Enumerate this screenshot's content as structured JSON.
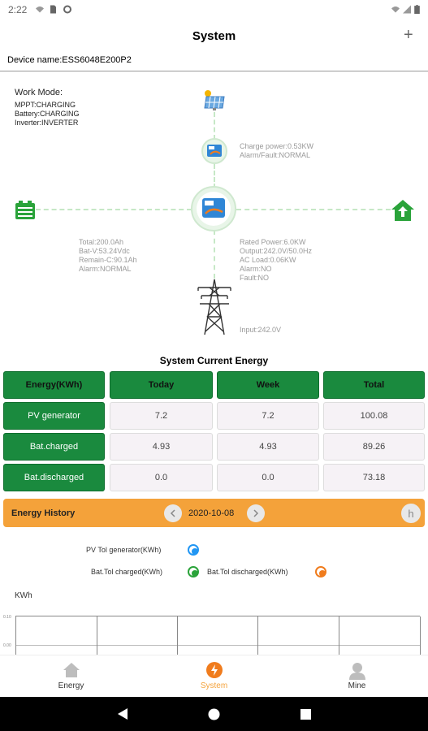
{
  "status_bar": {
    "time": "2:22"
  },
  "header": {
    "title": "System",
    "add_label": "+"
  },
  "device": {
    "label": "Device name:ESS6048E200P2"
  },
  "work_mode": {
    "title": "Work Mode:",
    "lines": [
      "MPPT:CHARGING",
      "Battery:CHARGING",
      "Inverter:INVERTER"
    ]
  },
  "pv_info": [
    "Charge power:0.53KW",
    "Alarm/Fault:NORMAL"
  ],
  "battery_info": [
    "Total:200.0Ah",
    "Bat-V:53.24Vdc",
    "Remain-C:90.1Ah",
    "Alarm:NORMAL"
  ],
  "output_info": [
    "Rated Power:6.0KW",
    "Output:242.0V/50.0Hz",
    "AC Load:0.06KW",
    "Alarm:NO",
    "Fault:NO"
  ],
  "grid_info": {
    "input": "Input:242.0V"
  },
  "energy_table": {
    "title": "System Current Energy",
    "headers": [
      "Energy(KWh)",
      "Today",
      "Week",
      "Total"
    ],
    "rows": [
      {
        "label": "PV generator",
        "values": [
          "7.2",
          "7.2",
          "100.08"
        ]
      },
      {
        "label": "Bat.charged",
        "values": [
          "4.93",
          "4.93",
          "89.26"
        ]
      },
      {
        "label": "Bat.discharged",
        "values": [
          "0.0",
          "0.0",
          "73.18"
        ]
      }
    ]
  },
  "energy_history": {
    "label": "Energy History",
    "date": "2020-10-08",
    "period_button": "h"
  },
  "legend": {
    "pv": "PV Tol generator(KWh)",
    "bat_charged": "Bat.Tol charged(KWh)",
    "bat_discharged": "Bat.Tol discharged(KWh)"
  },
  "chart_axis": {
    "unit": "KWh",
    "ticks": [
      "0.10",
      "0.00"
    ]
  },
  "nav": {
    "energy": "Energy",
    "system": "System",
    "mine": "Mine"
  },
  "colors": {
    "green": "#1a8a3e",
    "orange": "#f4a23a",
    "blue": "#2196f3",
    "legend_green": "#2aa33a",
    "legend_orange": "#f07c1d",
    "active_nav": "#f4a23a"
  }
}
